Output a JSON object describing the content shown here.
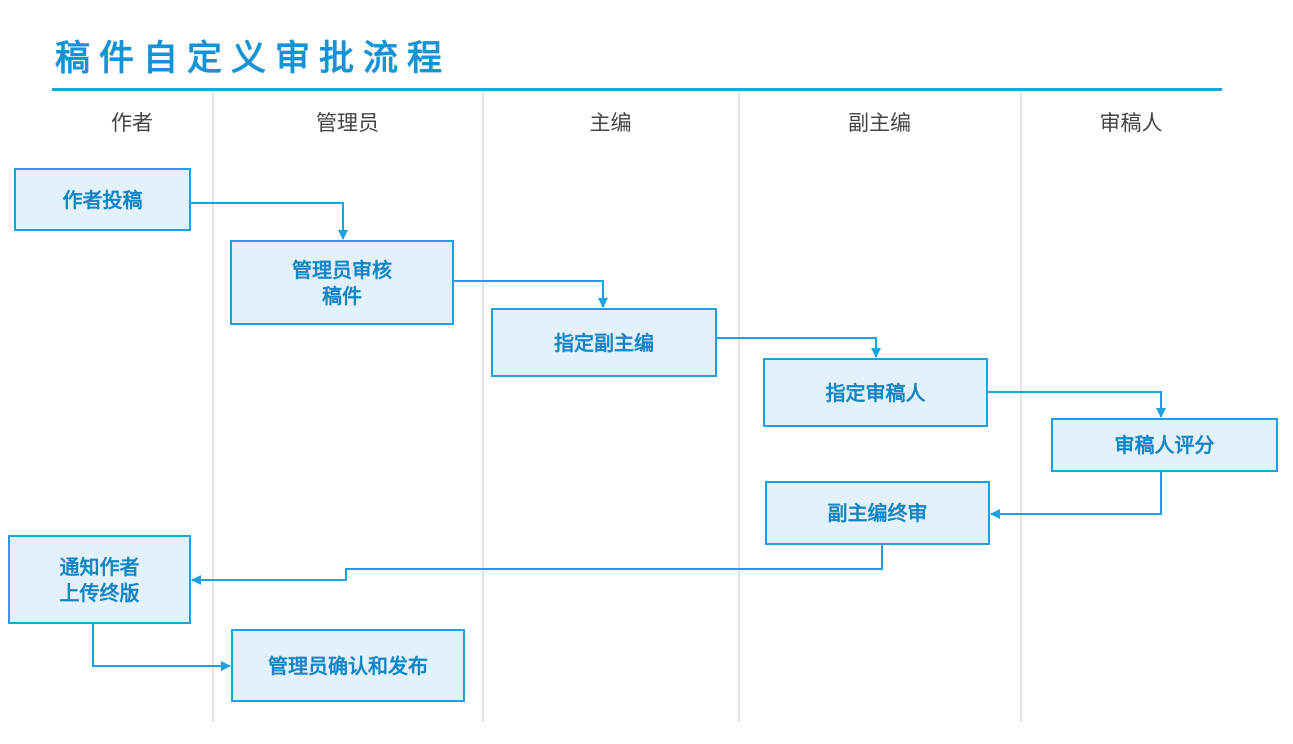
{
  "title": "稿件自定义审批流程",
  "lanes": [
    "作者",
    "管理员",
    "主编",
    "副主编",
    "审稿人"
  ],
  "nodes": {
    "author_submit": "作者投稿",
    "admin_review": "管理员审核\n稿件",
    "assign_deputy": "指定副主编",
    "assign_reviewer": "指定审稿人",
    "reviewer_score": "审稿人评分",
    "deputy_final": "副主编终审",
    "notify_author": "通知作者\n上传终版",
    "admin_publish": "管理员确认和发布"
  },
  "colors": {
    "accent": "#1ba1e2",
    "node_fill": "#e3f1fa",
    "node_text": "#1385c6",
    "title": "#1593d6",
    "lane_divider": "#e4e4e4",
    "lane_header_text": "#444444"
  }
}
